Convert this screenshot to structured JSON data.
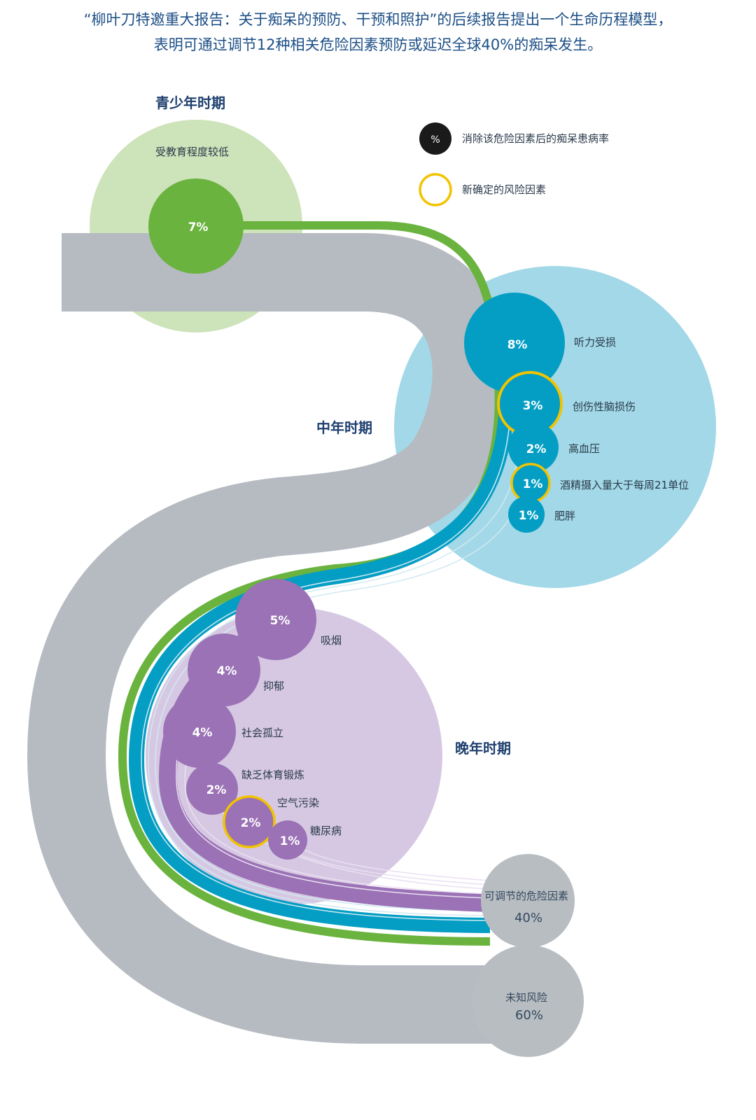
{
  "header": {
    "line1": "“柳叶刀特邀重大报告：关于痴呆的预防、干预和照护”的后续报告提出一个生命历程模型，",
    "line2": "表明可通过调节12种相关危险因素预防或延迟全球40%的痴呆发生。"
  },
  "legend": {
    "black_symbol": "%",
    "black_label": "消除该危险因素后的痴呆患病率",
    "ring_label": "新确定的风险因素"
  },
  "stages": {
    "youth": {
      "title": "青少年时期",
      "factors": [
        {
          "label": "受教育程度较低",
          "value": "7%"
        }
      ]
    },
    "midlife": {
      "title": "中年时期",
      "factors": [
        {
          "label": "听力受损",
          "value": "8%"
        },
        {
          "label": "创伤性脑损伤",
          "value": "3%"
        },
        {
          "label": "高血压",
          "value": "2%"
        },
        {
          "label": "酒精摄入量大于每周21单位",
          "value": "1%"
        },
        {
          "label": "肥胖",
          "value": "1%"
        }
      ]
    },
    "late": {
      "title": "晚年时期",
      "factors": [
        {
          "label": "吸烟",
          "value": "5%"
        },
        {
          "label": "抑郁",
          "value": "4%"
        },
        {
          "label": "社会孤立",
          "value": "4%"
        },
        {
          "label": "缺乏体育锻炼",
          "value": "2%"
        },
        {
          "label": "空气污染",
          "value": "2%"
        },
        {
          "label": "糖尿病",
          "value": "1%"
        }
      ]
    }
  },
  "outcomes": {
    "modifiable": {
      "label": "可调节的危险因素",
      "value": "40%"
    },
    "unknown": {
      "label": "未知风险",
      "value": "60%"
    }
  },
  "colors": {
    "youth_bg": "#cde3ba",
    "youth_node": "#6ab33e",
    "midlife_bg": "#a2d8e7",
    "midlife_node": "#049ec4",
    "late_bg": "#d6c8e2",
    "late_node": "#9a72b5",
    "gray_band": "#b5bbc1",
    "gray_node": "#b8bdc2",
    "new_factor_ring": "#f2c300",
    "legend_dot": "#1a1a1a"
  }
}
